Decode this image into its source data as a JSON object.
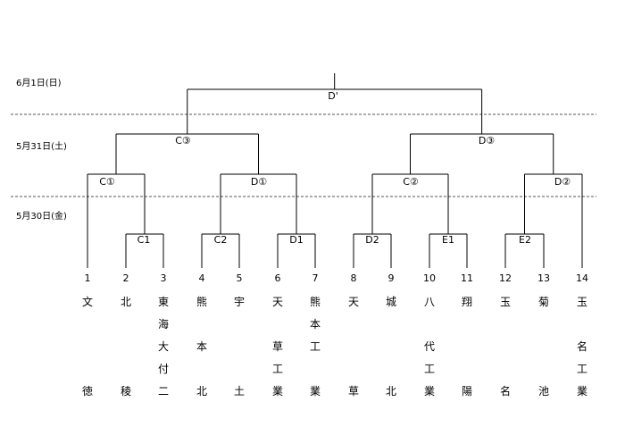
{
  "dates": [
    "6月1日(日)",
    "5月31日(土)",
    "5月30日(金)"
  ],
  "match_labels": {
    "final": "D'",
    "c3": "C③",
    "d3": "D③",
    "c1": "C①",
    "d1": "D①",
    "c2": "C②",
    "d2": "D②",
    "C1": "C1",
    "C2": "C2",
    "D1": "D1",
    "D2": "D2",
    "E1": "E1",
    "E2": "E2"
  },
  "teams": [
    {
      "no": "1",
      "upper": [
        "文"
      ],
      "lower": "徳"
    },
    {
      "no": "2",
      "upper": [
        "北"
      ],
      "lower": "稜"
    },
    {
      "no": "3",
      "upper": [
        "東",
        "海",
        "大",
        "付"
      ],
      "lower": "二"
    },
    {
      "no": "4",
      "upper": [
        "熊",
        "",
        "本"
      ],
      "lower": "北"
    },
    {
      "no": "5",
      "upper": [
        "宇"
      ],
      "lower": "土"
    },
    {
      "no": "6",
      "upper": [
        "天",
        "",
        "草",
        "工"
      ],
      "lower": "業"
    },
    {
      "no": "7",
      "upper": [
        "熊",
        "本",
        "工"
      ],
      "lower": "業"
    },
    {
      "no": "8",
      "upper": [
        "天"
      ],
      "lower": "草"
    },
    {
      "no": "9",
      "upper": [
        "城"
      ],
      "lower": "北"
    },
    {
      "no": "10",
      "upper": [
        "八",
        "",
        "代",
        "工"
      ],
      "lower": "業"
    },
    {
      "no": "11",
      "upper": [
        "翔"
      ],
      "lower": "陽"
    },
    {
      "no": "12",
      "upper": [
        "玉"
      ],
      "lower": "名"
    },
    {
      "no": "13",
      "upper": [
        "菊"
      ],
      "lower": "池"
    },
    {
      "no": "14",
      "upper": [
        "玉",
        "",
        "名",
        "工"
      ],
      "lower": "業"
    }
  ]
}
